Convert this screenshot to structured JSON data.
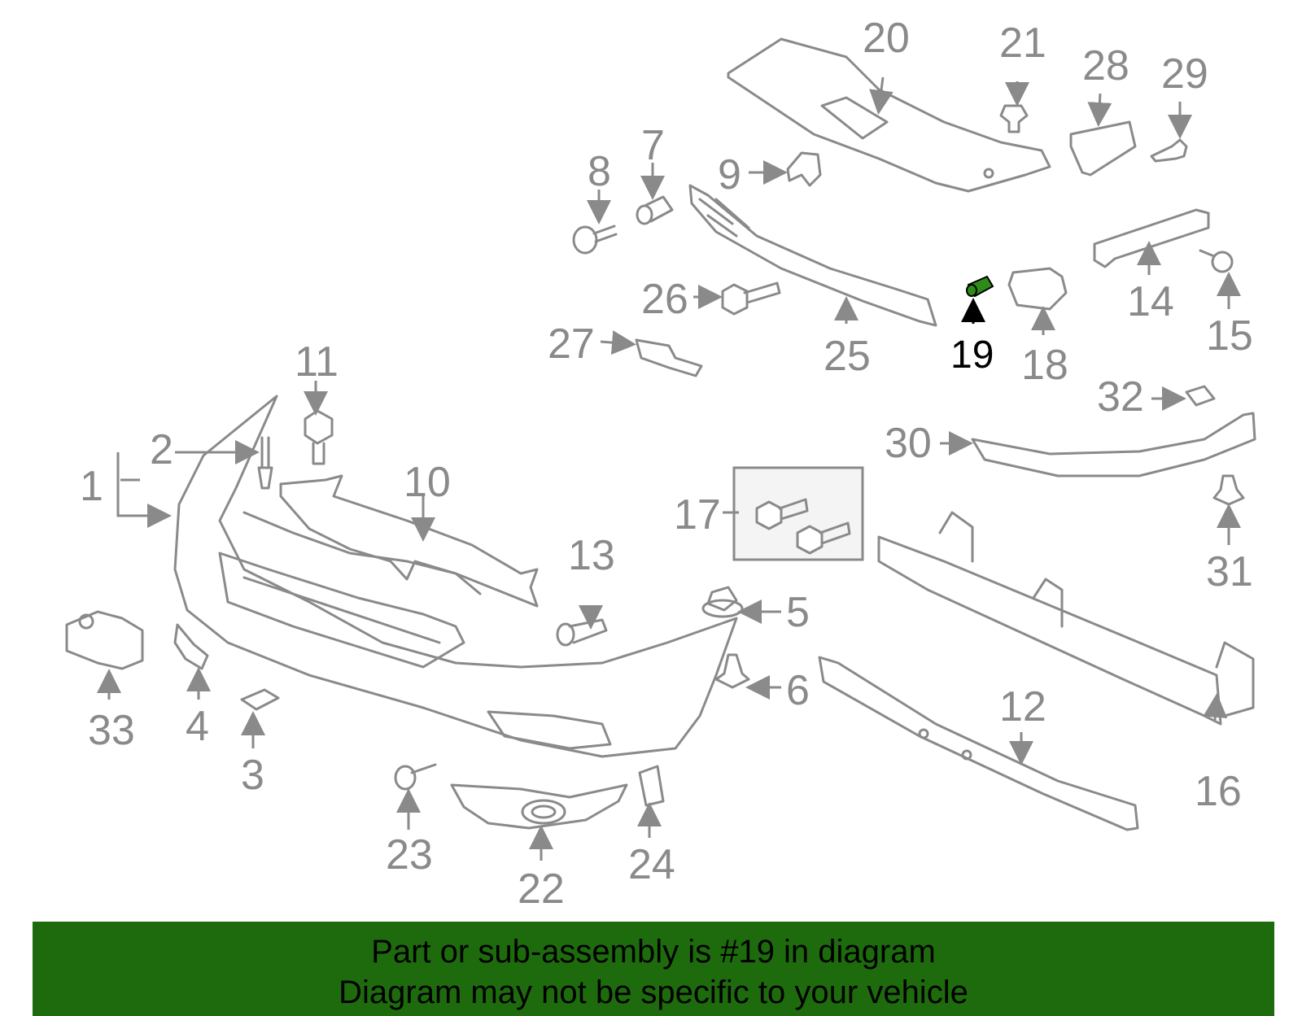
{
  "callouts": {
    "n1": "1",
    "n2": "2",
    "n3": "3",
    "n4": "4",
    "n5": "5",
    "n6": "6",
    "n7": "7",
    "n8": "8",
    "n9": "9",
    "n10": "10",
    "n11": "11",
    "n12": "12",
    "n13": "13",
    "n14": "14",
    "n15": "15",
    "n16": "16",
    "n17": "17",
    "n18": "18",
    "n19": "19",
    "n20": "20",
    "n21": "21",
    "n22": "22",
    "n23": "23",
    "n24": "24",
    "n25": "25",
    "n26": "26",
    "n27": "27",
    "n28": "28",
    "n29": "29",
    "n30": "30",
    "n31": "31",
    "n32": "32",
    "n33": "33"
  },
  "highlight": {
    "part_number": "19",
    "color": "#1e6b0e"
  },
  "banner": {
    "line1": "Part or sub-assembly is #19 in diagram",
    "line2": "Diagram may not be specific to your vehicle"
  }
}
